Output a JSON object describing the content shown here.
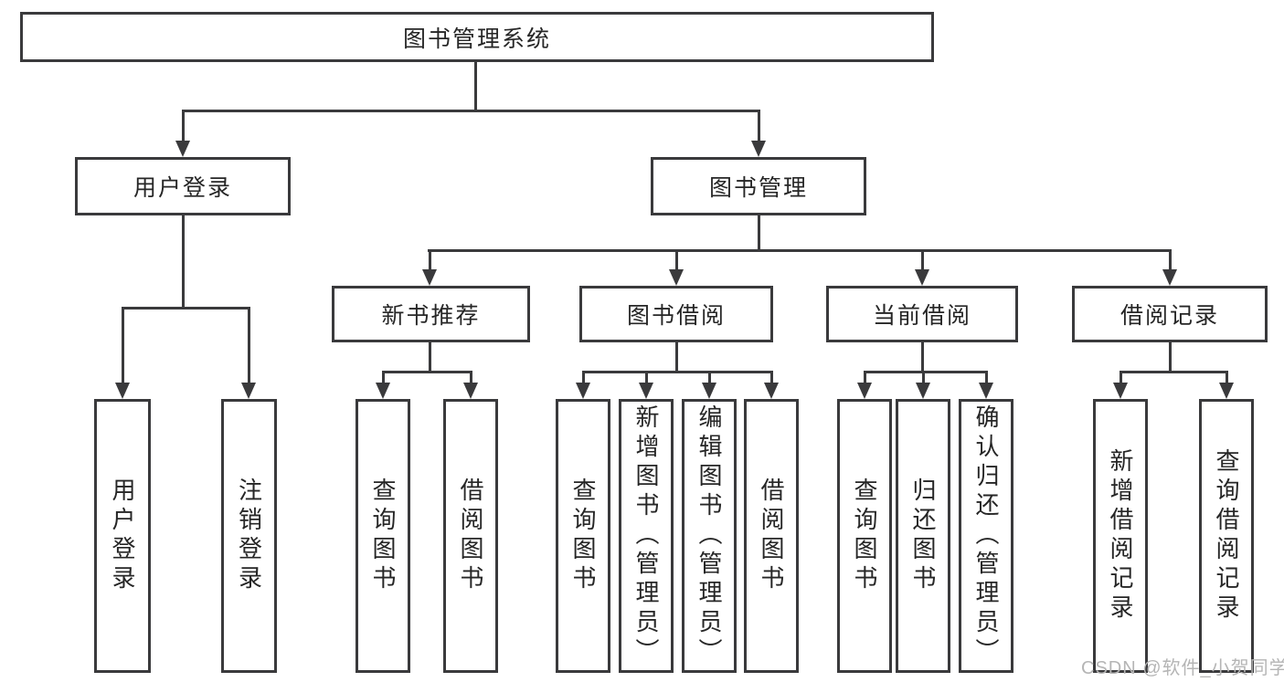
{
  "tree": {
    "root": "图书管理系统",
    "branches": [
      {
        "label": "用户登录",
        "children": [
          "用户登录",
          "注销登录"
        ]
      },
      {
        "label": "图书管理",
        "groups": [
          {
            "label": "新书推荐",
            "children": [
              "查询图书",
              "借阅图书"
            ]
          },
          {
            "label": "图书借阅",
            "children": [
              "查询图书",
              "新增图书（管理员）",
              "编辑图书（管理员）",
              "借阅图书"
            ]
          },
          {
            "label": "当前借阅",
            "children": [
              "查询图书",
              "归还图书",
              "确认归还（管理员）"
            ]
          },
          {
            "label": "借阅记录",
            "children": [
              "新增借阅记录",
              "查询借阅记录"
            ]
          }
        ]
      }
    ]
  },
  "watermark": "CSDN @软件_小贺同学",
  "colors": {
    "line": "#3a3a3c",
    "text": "#262626",
    "watermark": "#b5b5b5",
    "background": "#ffffff"
  }
}
